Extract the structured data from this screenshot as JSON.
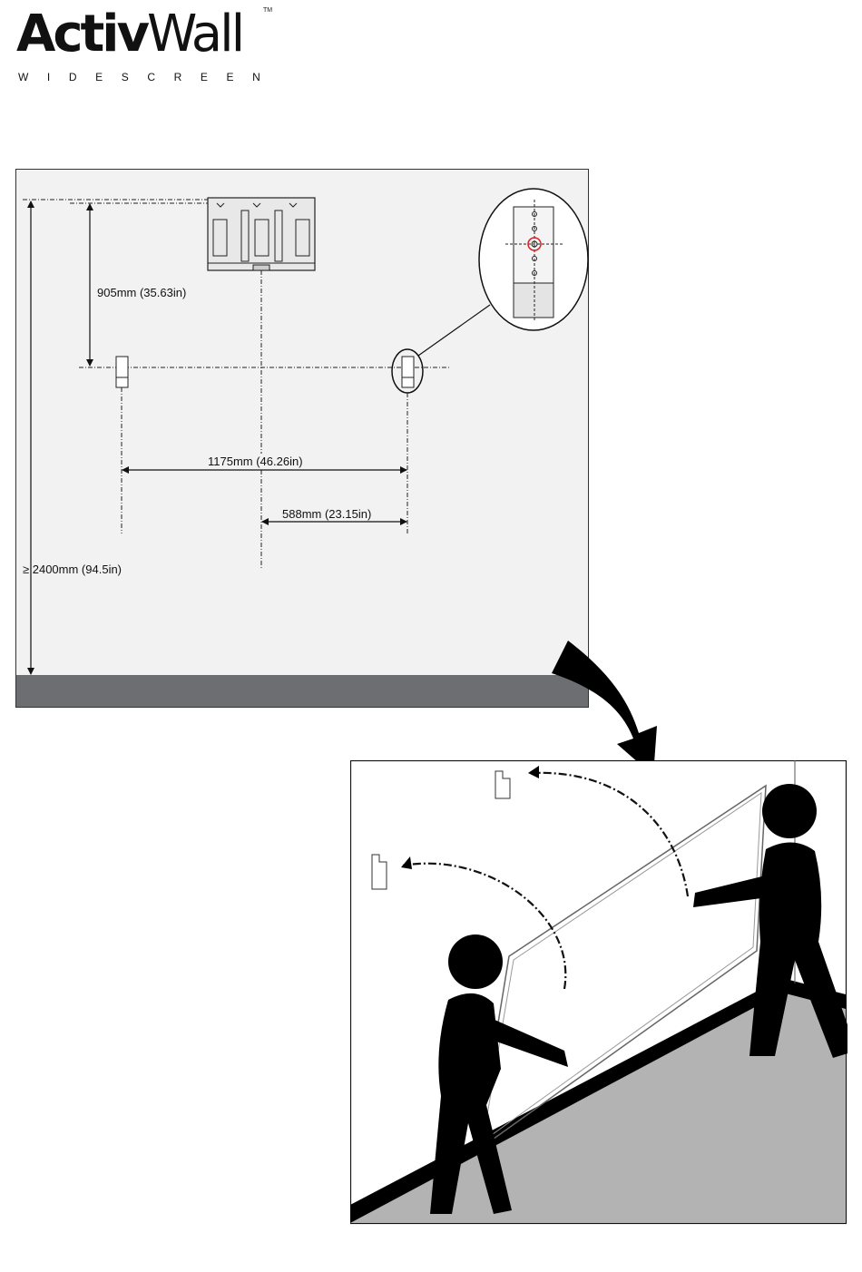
{
  "logo": {
    "brand_bold": "Activ",
    "brand_regular": "Wall",
    "trademark": "TM",
    "subtitle": "WIDESCREEN"
  },
  "wall_diagram": {
    "dim_bracket_drop": "905mm (35.63in)",
    "dim_bracket_span": "1175mm (46.26in)",
    "dim_half_span": "588mm (23.15in)",
    "dim_min_height": "≥ 2400mm (94.5in)"
  },
  "colors": {
    "wall": "#f2f2f2",
    "floor": "#6d6e71",
    "mount_fill": "#e8e8e8",
    "highlight": "#e02020",
    "room_floor": "#b3b3b3",
    "figure": "#000000"
  },
  "icons": {
    "transition_arrow": "curved-arrow-icon",
    "detail_callout": "magnifier-circle-icon"
  }
}
